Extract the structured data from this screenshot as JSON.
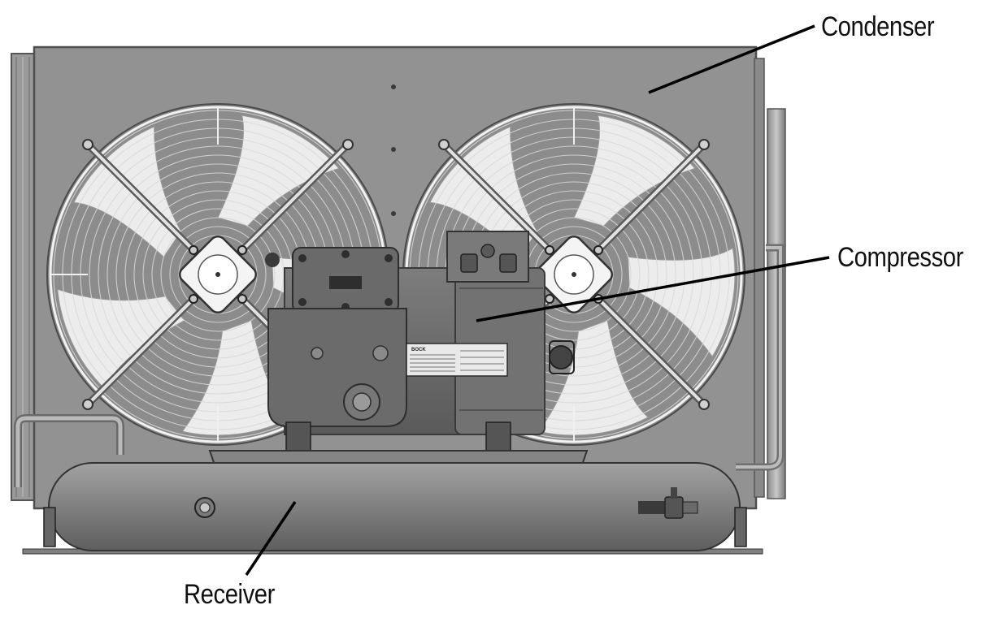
{
  "labels": {
    "condenser": "Condenser",
    "compressor": "Compressor",
    "receiver": "Receiver"
  },
  "nameplate": {
    "brand": "BOCK"
  },
  "colors": {
    "housing": "#8f8f8f",
    "housing_edge": "#5a5a5a",
    "fan_blade": "#ececec",
    "compressor": "#6f6f6f",
    "receiver": "#7c7c7c",
    "leader_line": "#000000"
  },
  "icons": {
    "fan": "fan-icon",
    "motor": "motor-hub-icon"
  }
}
